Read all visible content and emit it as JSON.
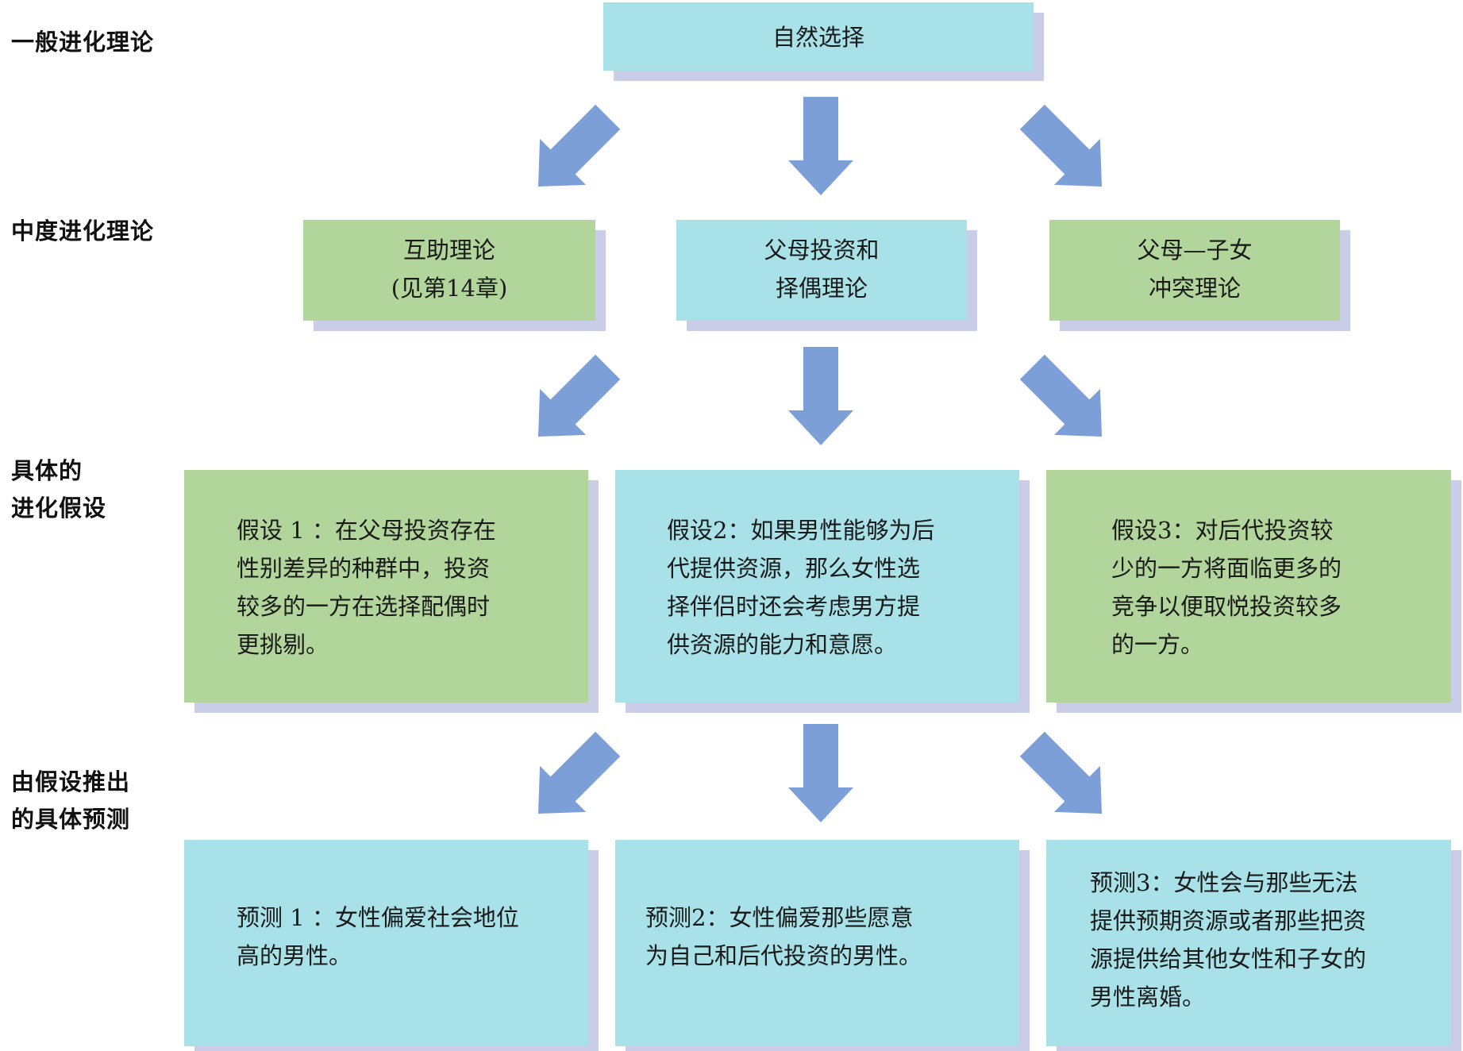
{
  "levels": {
    "general": "一般进化理论",
    "middle": "中度进化理论",
    "hypotheses": "具体的\n进化假设",
    "predictions": "由假设推出\n的具体预测"
  },
  "top": {
    "text": "自然选择"
  },
  "theories": [
    {
      "text": "互助理论\n(见第14章)",
      "color": "#b1d59a"
    },
    {
      "text": "父母投资和\n择偶理论",
      "color": "#a8e1e7"
    },
    {
      "text": "父母—子女\n冲突理论",
      "color": "#b1d59a"
    }
  ],
  "hypotheses": [
    {
      "text": "假设 1 ：在父母投资存在\n性别差异的种群中，投资\n较多的一方在选择配偶时\n更挑剔。",
      "color": "#b1d59a"
    },
    {
      "text": "假设2：如果男性能够为后\n代提供资源，那么女性选\n择伴侣时还会考虑男方提\n供资源的能力和意愿。",
      "color": "#a8e1e7"
    },
    {
      "text": "假设3：对后代投资较\n少的一方将面临更多的\n竞争以便取悦投资较多\n的一方。",
      "color": "#b1d59a"
    }
  ],
  "predictions": [
    {
      "text": "预测 1 ：女性偏爱社会地位\n高的男性。",
      "color": "#a8e1e7"
    },
    {
      "text": "预测2：女性偏爱那些愿意\n为自己和后代投资的男性。",
      "color": "#a8e1e7"
    },
    {
      "text": "预测3：女性会与那些无法\n提供预期资源或者那些把资\n源提供给其他女性和子女的\n男性离婚。",
      "color": "#a8e1e7"
    }
  ],
  "colors": {
    "arrow": "#7b9fd6",
    "box_shadow": "#c9cde8",
    "cyan": "#a8e1e7",
    "green": "#b1d59a"
  }
}
